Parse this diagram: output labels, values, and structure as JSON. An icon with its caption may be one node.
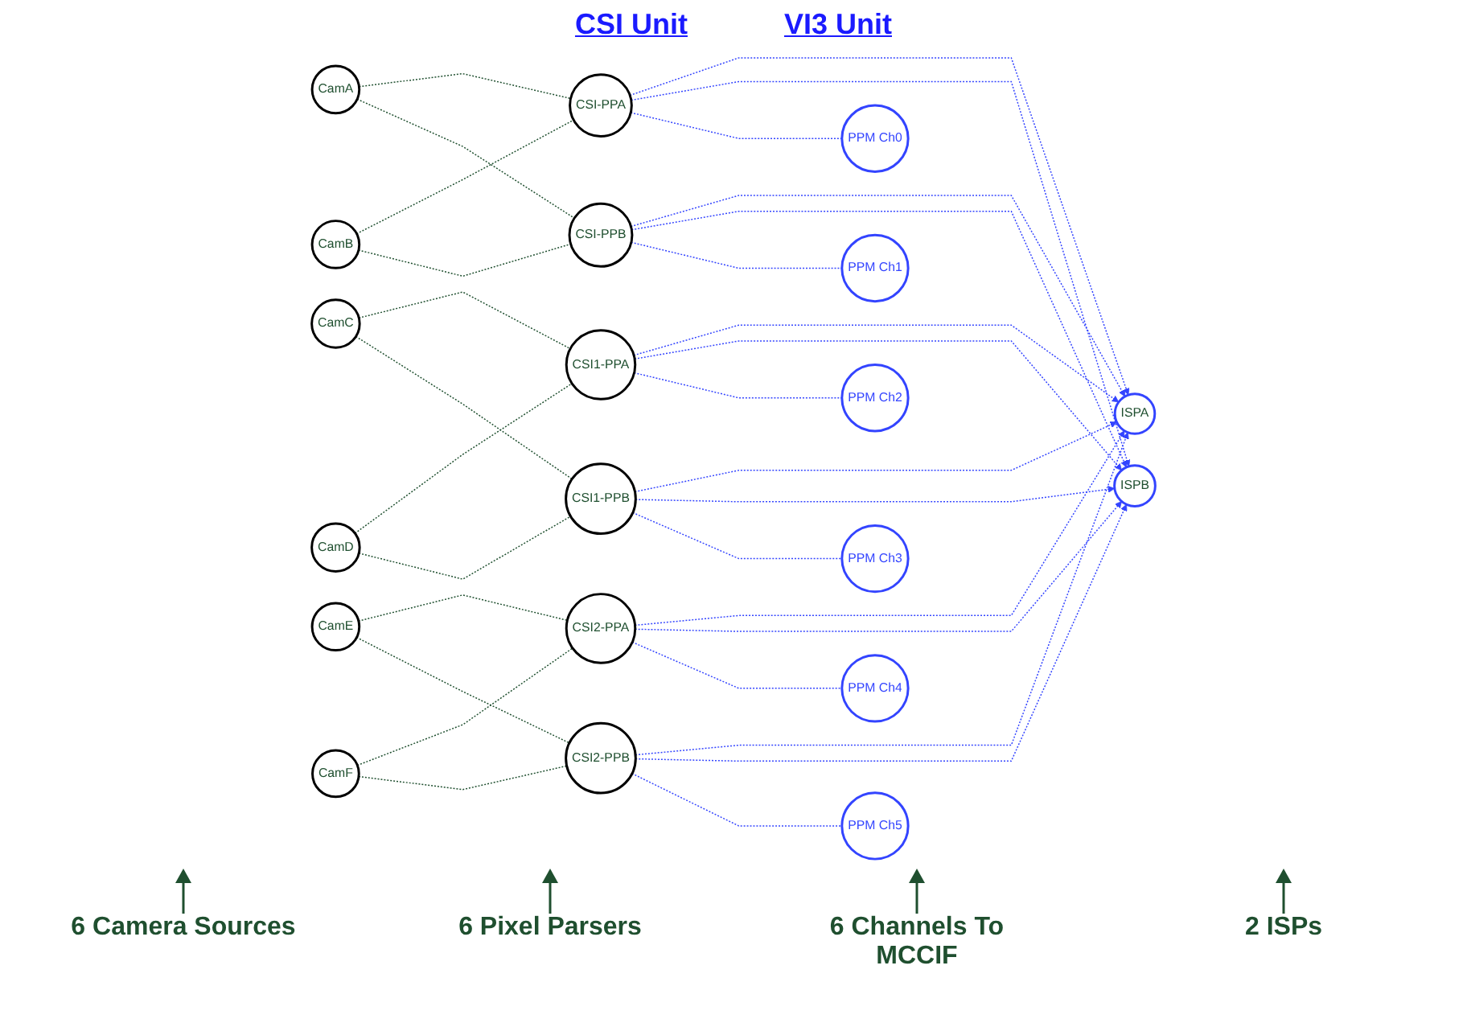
{
  "diagram": {
    "nodes": [
      {
        "text": [
          "CamA"
        ]
      },
      {
        "text": [
          "CamB"
        ]
      },
      {
        "text": [
          "CamC"
        ]
      },
      {
        "text": [
          "CamD"
        ]
      },
      {
        "text": [
          "CamE"
        ]
      },
      {
        "text": [
          "CamF"
        ]
      },
      {
        "text": [
          "CSI-PPA"
        ]
      },
      {
        "text": [
          "CSI-PPB"
        ]
      },
      {
        "text": [
          "CSI1-PPA"
        ]
      },
      {
        "text": [
          "CSI1-PPB"
        ]
      },
      {
        "text": [
          "CSI2-PPA"
        ]
      },
      {
        "text": [
          "CSI2-PPB"
        ]
      },
      {
        "text": [
          "ISPA"
        ]
      },
      {
        "text": [
          "ISPB"
        ]
      },
      {
        "text": [
          "PPM Ch0"
        ]
      },
      {
        "text": [
          "PPM Ch1"
        ]
      },
      {
        "text": [
          "PPM Ch2"
        ]
      },
      {
        "text": [
          "PPM Ch3"
        ]
      },
      {
        "text": [
          "PPM Ch4"
        ]
      },
      {
        "text": [
          "PPM Ch5"
        ]
      }
    ],
    "edges": [
      {
        "from": 0,
        "to": 6,
        "arrow": "none",
        "style": "dashed",
        "color": "#1f4f2f"
      },
      {
        "from": 0,
        "to": 7,
        "arrow": "none",
        "style": "dashed",
        "color": "#1f4f2f"
      },
      {
        "from": 1,
        "to": 6,
        "arrow": "none",
        "style": "dashed",
        "color": "#1f4f2f"
      },
      {
        "from": 1,
        "to": 7,
        "arrow": "none",
        "style": "dashed",
        "color": "#1f4f2f"
      },
      {
        "from": 2,
        "to": 8,
        "arrow": "none",
        "style": "dashed",
        "color": "#1f4f2f"
      },
      {
        "from": 2,
        "to": 9,
        "arrow": "none",
        "style": "dashed",
        "color": "#1f4f2f"
      },
      {
        "from": 3,
        "to": 8,
        "arrow": "none",
        "style": "dashed",
        "color": "#1f4f2f"
      },
      {
        "from": 3,
        "to": 9,
        "arrow": "none",
        "style": "dashed",
        "color": "#1f4f2f"
      },
      {
        "from": 4,
        "to": 10,
        "arrow": "none",
        "style": "dashed",
        "color": "#1f4f2f"
      },
      {
        "from": 4,
        "to": 11,
        "arrow": "none",
        "style": "dashed",
        "color": "#1f4f2f"
      },
      {
        "from": 5,
        "to": 10,
        "arrow": "none",
        "style": "dashed",
        "color": "#1f4f2f"
      },
      {
        "from": 5,
        "to": 11,
        "arrow": "none",
        "style": "dashed",
        "color": "#1f4f2f"
      },
      {
        "from": 6,
        "to": 12,
        "arrow": "to",
        "style": "dashed"
      },
      {
        "from": 6,
        "to": 13,
        "arrow": "to",
        "style": "dashed"
      },
      {
        "from": 7,
        "to": 12,
        "arrow": "to",
        "style": "dashed"
      },
      {
        "from": 7,
        "to": 13,
        "arrow": "to",
        "style": "dashed"
      },
      {
        "from": 8,
        "to": 12,
        "arrow": "to",
        "style": "dashed"
      },
      {
        "from": 8,
        "to": 13,
        "arrow": "to",
        "style": "dashed"
      },
      {
        "from": 9,
        "to": 12,
        "arrow": "to",
        "style": "dashed"
      },
      {
        "from": 9,
        "to": 13,
        "arrow": "to",
        "style": "dashed"
      },
      {
        "from": 10,
        "to": 12,
        "arrow": "to",
        "style": "dashed"
      },
      {
        "from": 10,
        "to": 13,
        "arrow": "to",
        "style": "dashed"
      },
      {
        "from": 11,
        "to": 12,
        "arrow": "to",
        "style": "dashed"
      },
      {
        "from": 11,
        "to": 13,
        "arrow": "to",
        "style": "dashed"
      },
      {
        "from": 6,
        "to": 14,
        "arrow": "none",
        "style": "dashed"
      },
      {
        "from": 7,
        "to": 15,
        "arrow": "none",
        "style": "dashed"
      },
      {
        "from": 8,
        "to": 16,
        "arrow": "none",
        "style": "dashed"
      },
      {
        "from": 9,
        "to": 17,
        "arrow": "none",
        "style": "dashed"
      },
      {
        "from": 10,
        "to": 18,
        "arrow": "none",
        "style": "dashed"
      },
      {
        "from": 11,
        "to": 19,
        "arrow": "none",
        "style": "dashed"
      }
    ],
    "labels": [
      "CSI Unit",
      "VI3 Unit",
      "6 Camera Sources",
      "6 Pixel Parsers",
      "6 Channels To MCCIF",
      "2 ISPs"
    ]
  }
}
